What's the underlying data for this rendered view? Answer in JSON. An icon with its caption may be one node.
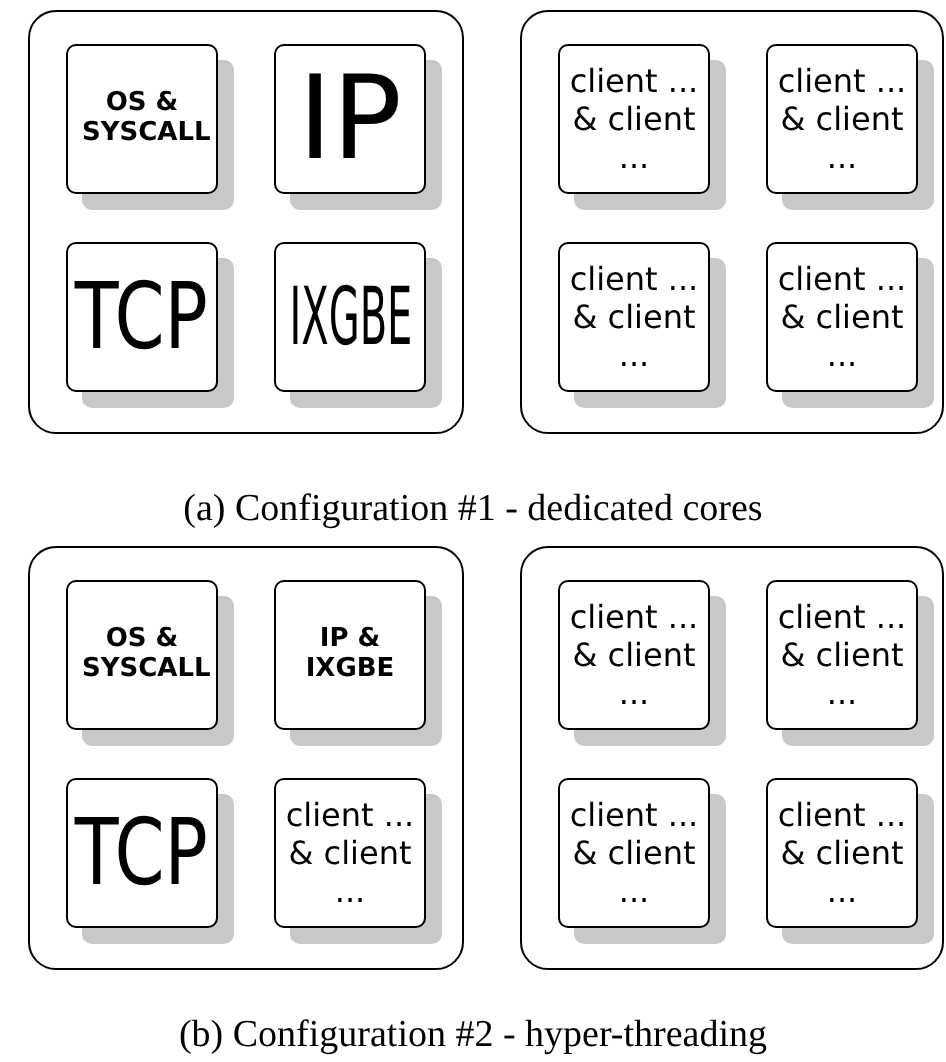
{
  "diagram": {
    "nodes": [
      {
        "text": [],
        "shape": "box"
      },
      {
        "text": [
          "OS & SYSCALL"
        ],
        "in": 0
      },
      {
        "text": [
          "IP"
        ],
        "in": 0
      },
      {
        "text": [
          "TCP"
        ],
        "in": 0
      },
      {
        "text": [
          "IXGBE"
        ],
        "in": 0
      },
      {
        "text": [],
        "shape": "box"
      },
      {
        "text": [
          "client ... & client ..."
        ],
        "in": 5
      },
      {
        "text": [
          "client ... & client ..."
        ],
        "in": 5
      },
      {
        "text": [
          "client ... & client ..."
        ],
        "in": 5
      },
      {
        "text": [
          "client ... & client ..."
        ],
        "in": 5
      },
      {
        "text": [],
        "shape": "box"
      },
      {
        "text": [
          "OS & SYSCALL"
        ],
        "in": 10
      },
      {
        "text": [
          "IP & IXGBE"
        ],
        "in": 10
      },
      {
        "text": [
          "TCP"
        ],
        "in": 10
      },
      {
        "text": [
          "client ... & client ..."
        ],
        "in": 10
      },
      {
        "text": [],
        "shape": "box"
      },
      {
        "text": [
          "client ... & client ..."
        ],
        "in": 15
      },
      {
        "text": [
          "client ... & client ..."
        ],
        "in": 15
      },
      {
        "text": [
          "client ... & client ..."
        ],
        "in": 15
      },
      {
        "text": [
          "client ... & client ..."
        ],
        "in": 15
      }
    ],
    "edges": [],
    "labels": [
      "(a) Configuration #1 - dedicated cores",
      "(b) Configuration #2 - hyper-threading"
    ]
  }
}
